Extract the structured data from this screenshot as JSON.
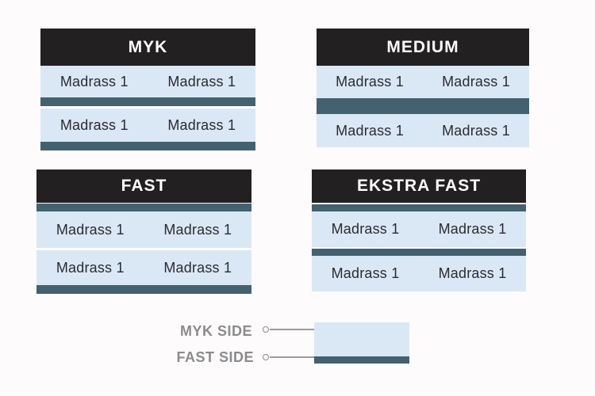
{
  "colors": {
    "background": "#fdfbfb",
    "header_bg": "#232021",
    "header_text": "#ffffff",
    "soft_side_fill": "#dae8f5",
    "fast_side_stripe": "#43616f",
    "cell_text": "#2c2b30",
    "legend_text": "#8b8b8e",
    "leader_line": "#9b9b9b"
  },
  "panels": [
    {
      "title": "MYK",
      "rows": [
        [
          "Madrass 1",
          "Madrass 1"
        ],
        [
          "Madrass 1",
          "Madrass 1"
        ]
      ],
      "stripe_positions": [
        "below-row-1",
        "below-row-2"
      ]
    },
    {
      "title": "MEDIUM",
      "rows": [
        [
          "Madrass 1",
          "Madrass 1"
        ],
        [
          "Madrass 1",
          "Madrass 1"
        ]
      ],
      "stripe_positions": [
        "thick-between-rows"
      ]
    },
    {
      "title": "FAST",
      "rows": [
        [
          "Madrass 1",
          "Madrass 1"
        ],
        [
          "Madrass 1",
          "Madrass 1"
        ]
      ],
      "stripe_positions": [
        "above-row-1",
        "below-row-2"
      ]
    },
    {
      "title": "EKSTRA FAST",
      "rows": [
        [
          "Madrass 1",
          "Madrass 1"
        ],
        [
          "Madrass 1",
          "Madrass 1"
        ]
      ],
      "stripe_positions": [
        "above-row-1",
        "above-row-2"
      ]
    }
  ],
  "legend": {
    "myk_label": "MYK SIDE",
    "fast_label": "FAST SIDE"
  }
}
